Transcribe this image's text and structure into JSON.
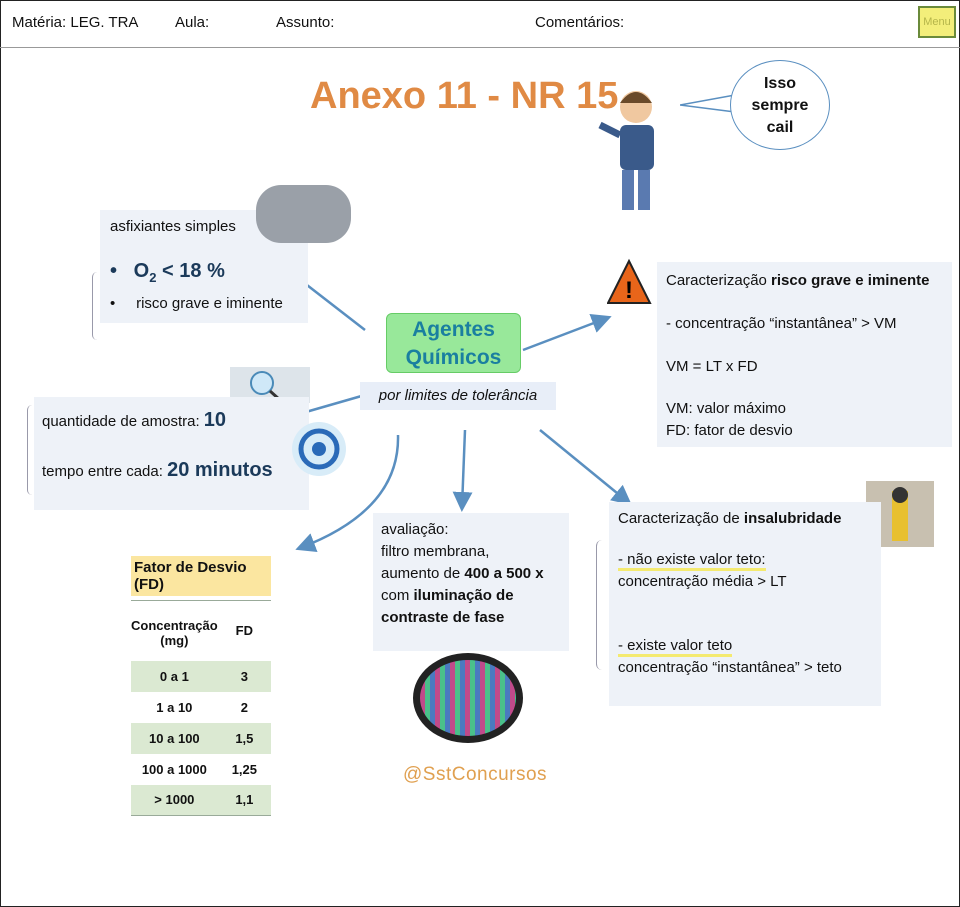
{
  "header": {
    "materia": "Matéria: LEG. TRA",
    "aula": "Aula:",
    "assunto": "Assunto:",
    "comentarios": "Comentários:",
    "menu": "Menu"
  },
  "title": "Anexo 11 - NR 15",
  "bubble": [
    "Isso",
    "sempre",
    "cail"
  ],
  "center": {
    "line1": "Agentes",
    "line2": "Químicos",
    "subtitle": "por limites de tolerância"
  },
  "asfixiantes": {
    "title": "asfixiantes simples",
    "o2_prefix": "O",
    "o2_sub": "2",
    "o2_rest": " < 18 %",
    "item2": "risco grave e iminente"
  },
  "amostra": {
    "q_label": "quantidade  de amostra: ",
    "q_value": "10",
    "t_label": "tempo entre cada: ",
    "t_value": "20 minutos"
  },
  "risco": {
    "title_prefix": "Caracterização ",
    "title_bold": "risco grave e iminente",
    "l1": "- concentração “instantânea” > VM",
    "l2": "VM = LT x FD",
    "l3": "VM: valor máximo",
    "l4": "FD: fator de desvio"
  },
  "avaliacao": {
    "l1": "avaliação:",
    "l2": "filtro membrana,",
    "l3_prefix": "aumento de ",
    "l3_bold": "400 a 500 x",
    "l4_prefix": "com ",
    "l4_bold": "iluminação de",
    "l5_bold": "contraste de fase"
  },
  "insalubridade": {
    "title_prefix": "Caracterização de ",
    "title_bold": "insalubridade",
    "a1": "- não existe valor teto:",
    "a2": "concentração média > LT",
    "b1": "- existe valor teto",
    "b2": "concentração “instantânea” > teto"
  },
  "fd_table": {
    "title": "Fator de Desvio (FD)",
    "headers": [
      "Concentração (mg)",
      "FD"
    ],
    "rows": [
      [
        "0 a 1",
        "3"
      ],
      [
        "1 a 10",
        "2"
      ],
      [
        "10 a 100",
        "1,5"
      ],
      [
        "100 a 1000",
        "1,25"
      ],
      [
        "> 1000",
        "1,1"
      ]
    ]
  },
  "watermark": "@SstConcursos"
}
